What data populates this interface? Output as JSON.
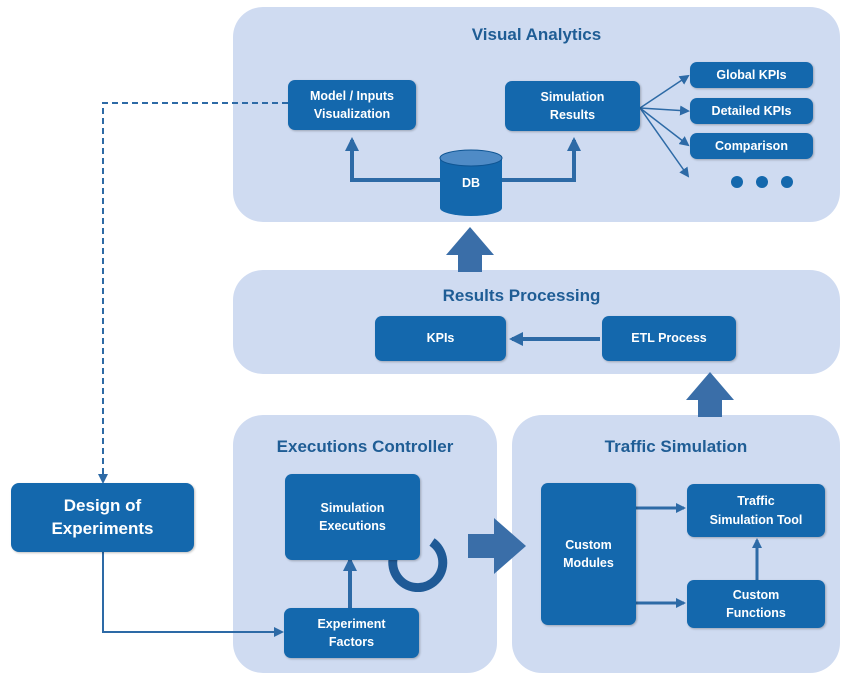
{
  "colors": {
    "panel": "#cfdbf1",
    "box": "#1468ad",
    "arrow": "#2d6aa6",
    "bigArrow": "#3a6ea8",
    "title": "#1f5d95"
  },
  "panels": {
    "visual_analytics": {
      "title": "Visual Analytics"
    },
    "results_processing": {
      "title": "Results Processing"
    },
    "executions_controller": {
      "title": "Executions Controller"
    },
    "traffic_simulation": {
      "title": "Traffic Simulation"
    }
  },
  "boxes": {
    "model_inputs": {
      "line1": "Model / Inputs",
      "line2": "Visualization"
    },
    "simulation_results": {
      "line1": "Simulation",
      "line2": "Results"
    },
    "global_kpis": {
      "label": "Global KPIs"
    },
    "detailed_kpis": {
      "label": "Detailed KPIs"
    },
    "comparison": {
      "label": "Comparison"
    },
    "db": {
      "label": "DB"
    },
    "kpis": {
      "label": "KPIs"
    },
    "etl_process": {
      "label": "ETL Process"
    },
    "simulation_executions": {
      "line1": "Simulation",
      "line2": "Executions"
    },
    "experiment_factors": {
      "line1": "Experiment",
      "line2": "Factors"
    },
    "custom_modules": {
      "line1": "Custom",
      "line2": "Modules"
    },
    "traffic_sim_tool": {
      "line1": "Traffic",
      "line2": "Simulation Tool"
    },
    "custom_functions": {
      "line1": "Custom",
      "line2": "Functions"
    },
    "design_of_experiments": {
      "line1": "Design of",
      "line2": "Experiments"
    }
  }
}
